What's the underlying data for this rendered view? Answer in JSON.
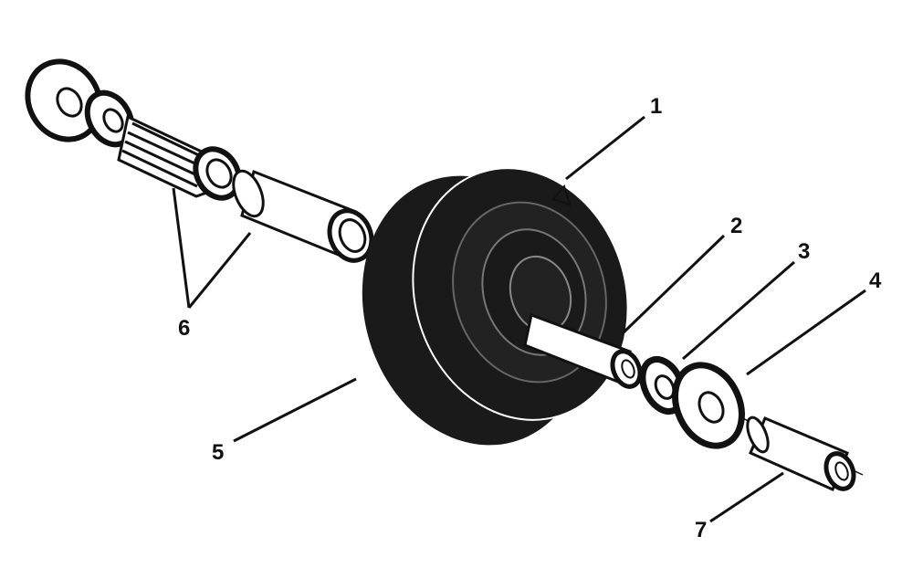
{
  "diagram": {
    "callouts": {
      "c1": "1",
      "c2": "2",
      "c3": "3",
      "c4": "4",
      "c5": "5",
      "c6": "6",
      "c7": "7"
    }
  },
  "colors": {
    "ink": "#111111",
    "paper": "#ffffff",
    "tire": "#1a1a1a"
  }
}
